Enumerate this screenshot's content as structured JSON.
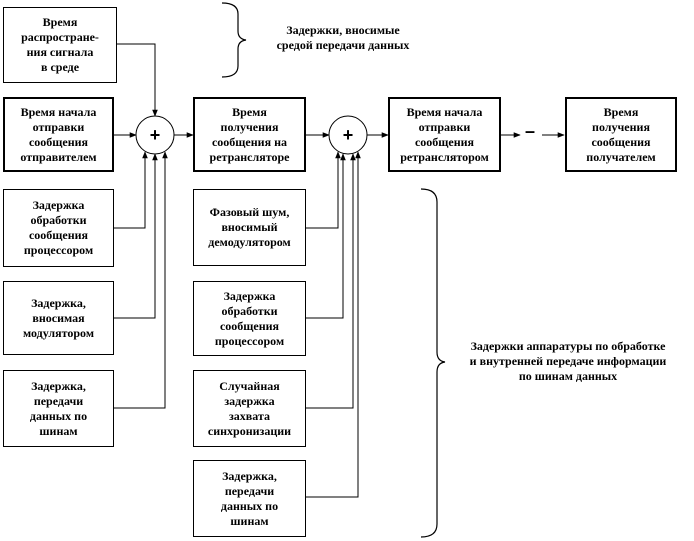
{
  "boxes": {
    "propagation": "Время\nраспростране-\nния сигнала\nв среде",
    "send_start_sender": "Время начала\nотправки\nсообщения\nотправителем",
    "proc_delay_1": "Задержка\nобработки\nсообщения\nпроцессором",
    "mod_delay": "Задержка,\nвносимая\nмодулятором",
    "bus_delay_1": "Задержка,\nпередачи\nданных по\nшинам",
    "recv_relay": "Время\nполучения\nсообщения на\nретрансляторе",
    "phase_noise": "Фазовый шум,\nвносимый\nдемодулятором",
    "proc_delay_2": "Задержка\nобработки\nсообщения\nпроцессором",
    "sync_delay": "Случайная\nзадержка\nзахвата\nсинхронизации",
    "bus_delay_2": "Задержка,\nпередачи\nданных по\nшинам",
    "send_start_relay": "Время начала\nотправки\nсообщения\nретранслятором",
    "recv_receiver": "Время\nполучения\nсообщения\nполучателем"
  },
  "notes": {
    "medium_delays": "Задержки, вносимые\nсредой передачи данных",
    "hardware_delays": "Задержки аппаратуры по обработке\nи внутренней передаче информации\nпо шинам данных"
  },
  "symbols": {
    "sum": "+",
    "dash": "–"
  }
}
